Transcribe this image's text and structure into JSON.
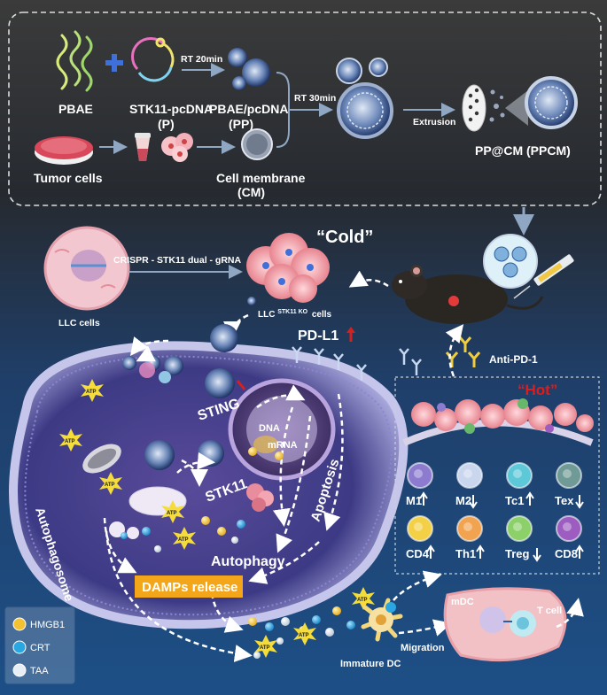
{
  "synthesis": {
    "pbae": "PBAE",
    "stk11_pcdna": "STK11-pcDNA",
    "stk11_p": "(P)",
    "rt20": "RT 20min",
    "pbae_pcdna": "PBAE/pcDNA",
    "pp": "(PP)",
    "rt30": "RT 30min",
    "extrusion": "Extrusion",
    "ppcm": "PP@CM (PPCM)",
    "tumor_cells": "Tumor cells",
    "cell_membrane": "Cell membrane",
    "cm": "(CM)"
  },
  "knockout": {
    "crispr": "CRISPR - STK11 dual - gRNA",
    "llc_cells": "LLC  cells",
    "llc_ko_prefix": "LLC",
    "llc_ko_sup": "STK11 KO",
    "llc_ko_suffix": "cells",
    "cold": "“Cold”"
  },
  "mouse": {
    "anti_pd1": "Anti-PD-1"
  },
  "cell": {
    "pd_l1": "PD-L1",
    "sting": "STING",
    "dna": "DNA",
    "mrna": "mRNA",
    "stk11": "STK11",
    "apoptosis": "Apoptosis",
    "autophagy": "Autophagy",
    "autophagosome": "Autophagosome",
    "damps": "DAMPs release",
    "atp": "ATP"
  },
  "hot_panel": {
    "title": "“Hot”",
    "cells": [
      {
        "label": "M1",
        "arrow": "up",
        "color": "#8d7bd0"
      },
      {
        "label": "M2",
        "arrow": "down",
        "color": "#c9d6ee"
      },
      {
        "label": "Tc1",
        "arrow": "up",
        "color": "#5cc8d8"
      },
      {
        "label": "Tex",
        "arrow": "down",
        "color": "#6f9a96"
      },
      {
        "label": "CD4",
        "arrow": "up",
        "color": "#f3d046"
      },
      {
        "label": "Th1",
        "arrow": "up",
        "color": "#f2a34f"
      },
      {
        "label": "Treg",
        "arrow": "down",
        "color": "#8cd06a"
      },
      {
        "label": "CD8",
        "arrow": "up",
        "color": "#9c5cc0"
      }
    ]
  },
  "immune": {
    "immature_dc": "Immature DC",
    "migration": "Migration",
    "mdc": "mDC",
    "t_cell": "T cell"
  },
  "legend": [
    {
      "label": "HMGB1",
      "color": "#f2c233"
    },
    {
      "label": "CRT",
      "color": "#2aa6e0"
    },
    {
      "label": "TAA",
      "color": "#e8eef5"
    }
  ]
}
